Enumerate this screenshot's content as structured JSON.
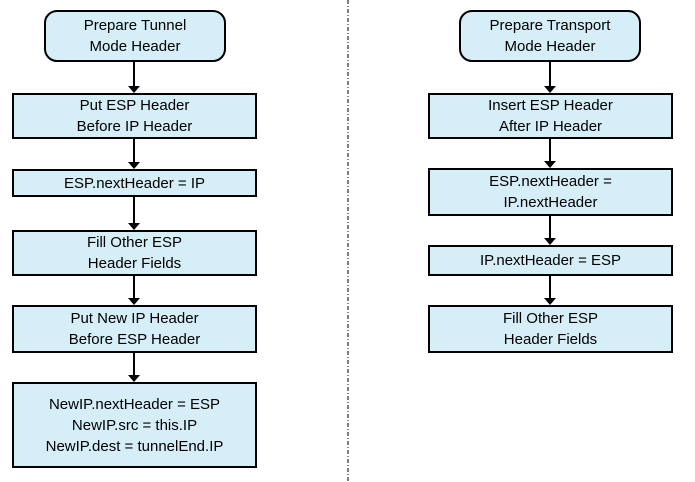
{
  "colors": {
    "box_fill": "#d6eef8",
    "box_border": "#000000",
    "divider": "#7f7f7f",
    "arrow": "#000000"
  },
  "flows": [
    {
      "name": "tunnel-mode",
      "terminal": {
        "lines": [
          "Prepare Tunnel",
          "Mode Header"
        ]
      },
      "steps": [
        {
          "lines": [
            "Put ESP Header",
            "Before IP Header"
          ]
        },
        {
          "lines": [
            "ESP.nextHeader = IP"
          ]
        },
        {
          "lines": [
            "Fill Other ESP",
            "Header Fields"
          ]
        },
        {
          "lines": [
            "Put New IP Header",
            "Before ESP Header"
          ]
        },
        {
          "lines": [
            "NewIP.nextHeader = ESP",
            "NewIP.src = this.IP",
            "NewIP.dest = tunnelEnd.IP"
          ]
        }
      ]
    },
    {
      "name": "transport-mode",
      "terminal": {
        "lines": [
          "Prepare Transport",
          "Mode Header"
        ]
      },
      "steps": [
        {
          "lines": [
            "Insert ESP Header",
            "After IP Header"
          ]
        },
        {
          "lines": [
            "ESP.nextHeader =",
            "IP.nextHeader"
          ]
        },
        {
          "lines": [
            "IP.nextHeader = ESP"
          ]
        },
        {
          "lines": [
            "Fill Other ESP",
            "Header Fields"
          ]
        }
      ]
    }
  ]
}
